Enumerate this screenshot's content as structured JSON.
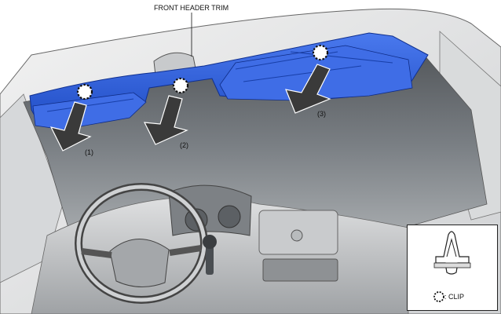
{
  "callouts": {
    "front_header_trim": "FRONT HEADER TRIM",
    "step1": "(1)",
    "step2": "(2)",
    "step3": "(3)"
  },
  "legend": {
    "clip_label": ": CLIP"
  },
  "colors": {
    "trim_blue": "#2a5bd7",
    "trim_blue_dark": "#1a3fa8",
    "headliner_gray": "#6f7479",
    "frame_light": "#e8e9ea",
    "arrow_dark": "#3a3a3a"
  },
  "icons": {
    "clip_marker": "dotted-circle-icon",
    "removal_arrow": "arrow-down-icon"
  }
}
